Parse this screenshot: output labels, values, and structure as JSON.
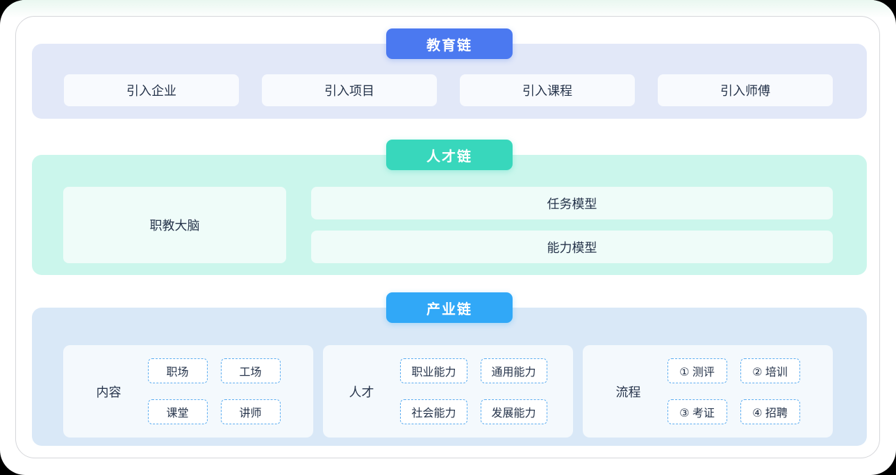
{
  "colors": {
    "education_header": "#4b79f0",
    "education_panel": "#e2e8f8",
    "talent_header": "#38d7bc",
    "talent_panel": "#cbf6ec",
    "industry_header": "#31a8f7",
    "industry_panel": "#d9e8f7",
    "item_card": "#f8fafe",
    "chip_border": "#58abf0",
    "text": "#25334a",
    "card_border": "#d5d6da"
  },
  "education": {
    "header": "教育链",
    "items": [
      {
        "label": "引入企业"
      },
      {
        "label": "引入项目"
      },
      {
        "label": "引入课程"
      },
      {
        "label": "引入师傅"
      }
    ]
  },
  "talent": {
    "header": "人才链",
    "brain": "职教大脑",
    "models": [
      {
        "label": "任务模型"
      },
      {
        "label": "能力模型"
      }
    ]
  },
  "industry": {
    "header": "产业链",
    "groups": [
      {
        "label": "内容",
        "chips": [
          "职场",
          "工场",
          "课堂",
          "讲师"
        ]
      },
      {
        "label": "人才",
        "chips": [
          "职业能力",
          "通用能力",
          "社会能力",
          "发展能力"
        ]
      },
      {
        "label": "流程",
        "chips": [
          "① 测评",
          "② 培训",
          "③ 考证",
          "④ 招聘"
        ]
      }
    ]
  }
}
